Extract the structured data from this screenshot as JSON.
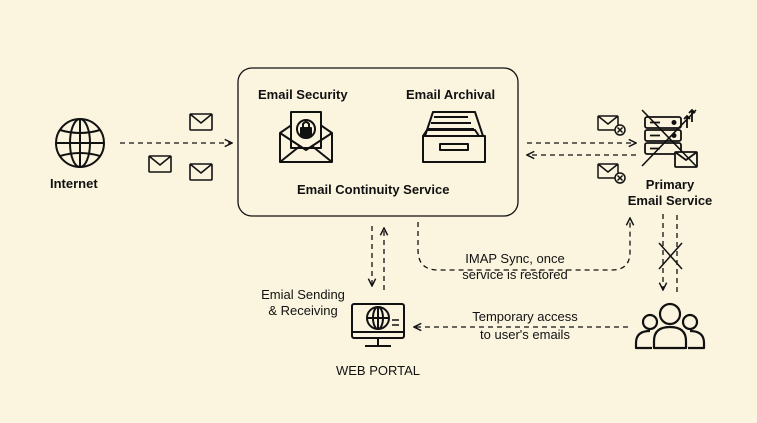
{
  "colors": {
    "background": "#fbf5df",
    "stroke": "#111111"
  },
  "nodes": {
    "internet": {
      "label": "Internet",
      "icon": "globe-icon"
    },
    "continuity_service": {
      "title": "Email Continuity Service",
      "security_label": "Email Security",
      "archival_label": "Email Archival",
      "security_icon": "locked-envelope-icon",
      "archival_icon": "inbox-tray-icon"
    },
    "primary_service": {
      "label_line1": "Primary",
      "label_line2": "Email Service",
      "icon": "server-down-icon"
    },
    "web_portal": {
      "label": "WEB PORTAL",
      "icon": "monitor-globe-icon"
    },
    "users": {
      "icon": "users-group-icon"
    }
  },
  "edges": {
    "sending_receiving": {
      "line1": "Emial Sending",
      "line2": "& Receiving"
    },
    "imap_sync": {
      "line1": "IMAP Sync, once",
      "line2": "service is restored"
    },
    "temporary_access": {
      "line1": "Temporary access",
      "line2": "to user's emails"
    }
  }
}
